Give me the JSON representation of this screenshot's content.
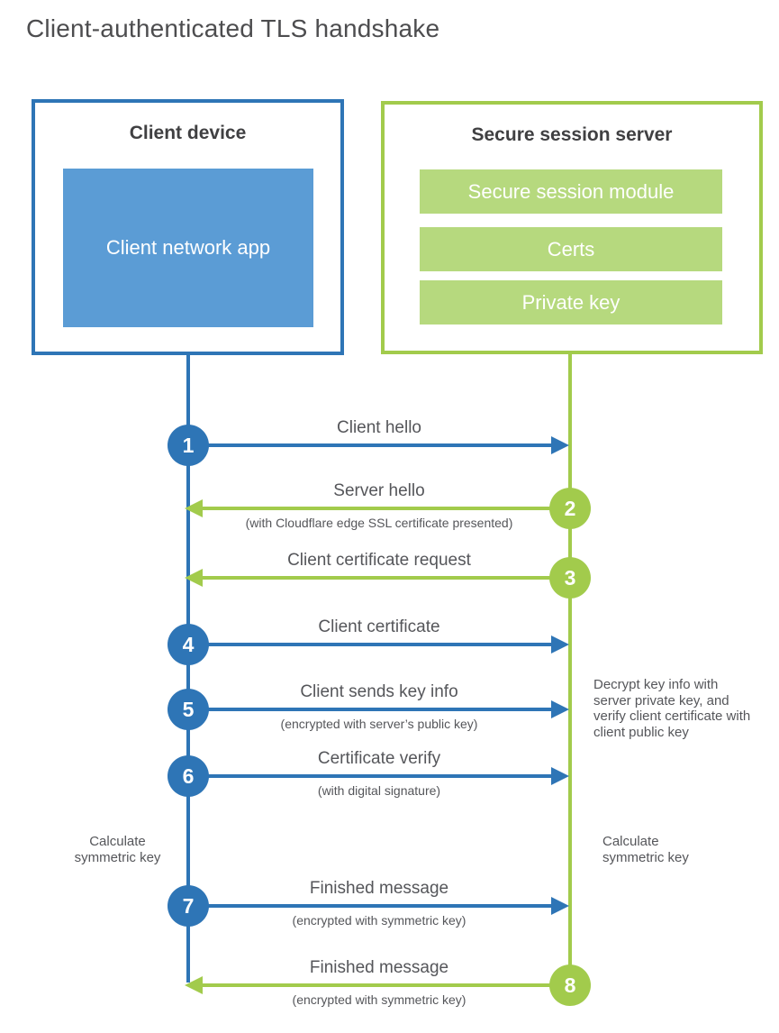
{
  "title": "Client-authenticated TLS handshake",
  "colors": {
    "blue_stroke": "#2e75b6",
    "blue_fill": "#5b9cd5",
    "green_stroke": "#a2cb4c",
    "green_fill": "#b6d97e"
  },
  "client_box": {
    "title": "Client device",
    "app_label": "Client network app"
  },
  "server_box": {
    "title": "Secure session server",
    "modules": [
      "Secure session module",
      "Certs",
      "Private key"
    ]
  },
  "steps": [
    {
      "num": "1",
      "label": "Client hello",
      "sublabel": "",
      "direction": "client-to-server",
      "color": "blue"
    },
    {
      "num": "2",
      "label": "Server hello",
      "sublabel": "(with Cloudflare edge SSL certificate presented)",
      "direction": "server-to-client",
      "color": "green"
    },
    {
      "num": "3",
      "label": "Client certificate request",
      "sublabel": "",
      "direction": "server-to-client",
      "color": "green"
    },
    {
      "num": "4",
      "label": "Client certificate",
      "sublabel": "",
      "direction": "client-to-server",
      "color": "blue"
    },
    {
      "num": "5",
      "label": "Client sends key info",
      "sublabel": "(encrypted with server’s public key)",
      "direction": "client-to-server",
      "color": "blue"
    },
    {
      "num": "6",
      "label": "Certificate verify",
      "sublabel": "(with digital signature)",
      "direction": "client-to-server",
      "color": "blue"
    },
    {
      "num": "7",
      "label": "Finished message",
      "sublabel": "(encrypted with symmetric key)",
      "direction": "client-to-server",
      "color": "blue"
    },
    {
      "num": "8",
      "label": "Finished message",
      "sublabel": "(encrypted with symmetric key)",
      "direction": "server-to-client",
      "color": "green"
    }
  ],
  "notes": {
    "decrypt": "Decrypt key info with server private key, and verify client certificate with client public key",
    "calculate_left": "Calculate symmetric key",
    "calculate_right": "Calculate symmetric key"
  }
}
